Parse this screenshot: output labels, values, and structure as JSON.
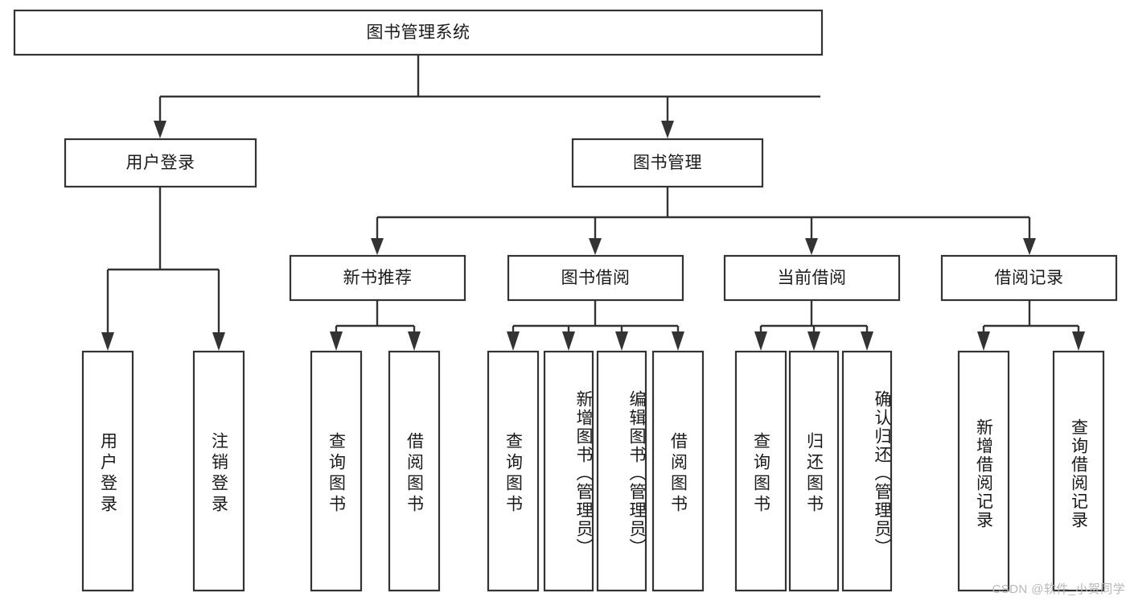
{
  "diagram": {
    "type": "tree-hierarchy-chart",
    "title": "图书管理系统",
    "watermark": "CSDN @软件_小贺同学",
    "colors": {
      "box_stroke": "#333333",
      "box_fill": "#ffffff",
      "text": "#1a1a1a",
      "background": "#ffffff",
      "watermark": "#b8b8b8"
    },
    "levels": {
      "root": {
        "label": "图书管理系统"
      },
      "level2": [
        {
          "label": "用户登录"
        },
        {
          "label": "图书管理"
        }
      ],
      "level3": [
        {
          "label": "新书推荐"
        },
        {
          "label": "图书借阅"
        },
        {
          "label": "当前借阅"
        },
        {
          "label": "借阅记录"
        }
      ]
    },
    "nodes": {
      "root": "图书管理系统",
      "user_login": "用户登录",
      "book_manage": "图书管理",
      "new_book_rec": "新书推荐",
      "book_borrow": "图书借阅",
      "current_borrow": "当前借阅",
      "borrow_record": "借阅记录",
      "leaf_user_login": "用户登录",
      "leaf_user_logout": "注销登录",
      "leaf_query_book_1": "查询图书",
      "leaf_borrow_book_1": "借阅图书",
      "leaf_query_book_2": "查询图书",
      "leaf_add_book": "新增图书（管理员）",
      "leaf_edit_book": "编辑图书（管理员）",
      "leaf_borrow_book_2": "借阅图书",
      "leaf_query_book_3": "查询图书",
      "leaf_return_book": "归还图书",
      "leaf_confirm_return": "确认归还（管理员）",
      "leaf_add_record": "新增借阅记录",
      "leaf_query_record": "查询借阅记录"
    },
    "branches": [
      {
        "parent": "用户登录",
        "children": [
          "用户登录",
          "注销登录"
        ]
      },
      {
        "parent": "新书推荐",
        "children": [
          "查询图书",
          "借阅图书"
        ]
      },
      {
        "parent": "图书借阅",
        "children": [
          "查询图书",
          "新增图书（管理员）",
          "编辑图书（管理员）",
          "借阅图书"
        ]
      },
      {
        "parent": "当前借阅",
        "children": [
          "查询图书",
          "归还图书",
          "确认归还（管理员）"
        ]
      },
      {
        "parent": "借阅记录",
        "children": [
          "新增借阅记录",
          "查询借阅记录"
        ]
      }
    ]
  }
}
